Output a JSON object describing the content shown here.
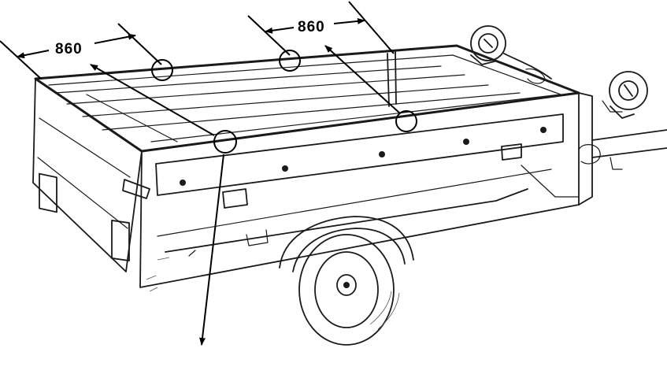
{
  "dimensions": [
    {
      "id": "left",
      "label": "860"
    },
    {
      "id": "right",
      "label": "860"
    }
  ],
  "callouts": 4,
  "colors": {
    "ink": "#1a1a1a",
    "background": "#ffffff"
  }
}
